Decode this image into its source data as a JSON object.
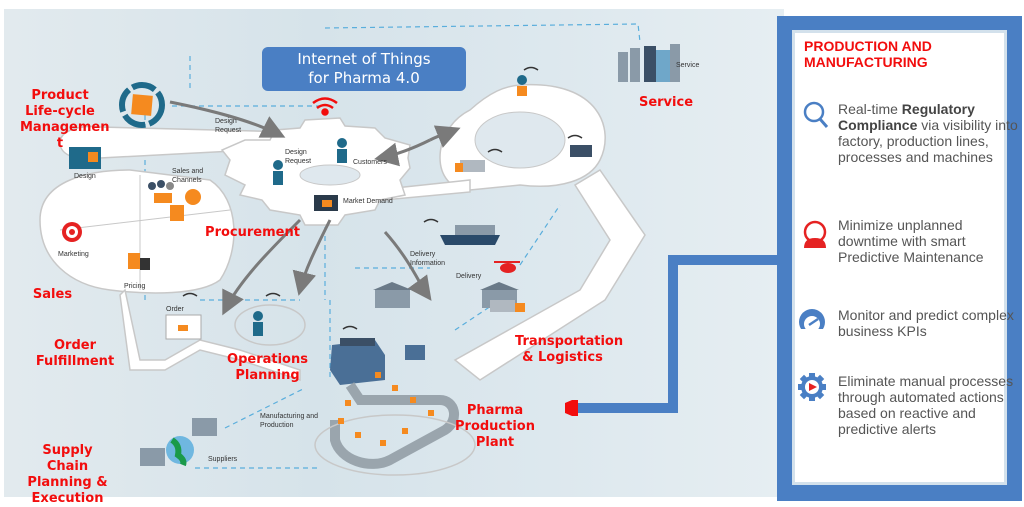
{
  "title": {
    "line1": "Internet of Things",
    "line2": "for Pharma 4.0"
  },
  "section_labels": {
    "plm": "Product Life-cycle Managemen t",
    "service": "Service",
    "procurement": "Procurement",
    "sales": "Sales",
    "order_fulfillment": "Order Fulfillment",
    "operations_planning": "Operations Planning",
    "transportation": "Transportation & Logistics",
    "pharma_plant": "Pharma Production Plant",
    "supply_chain": "Supply Chain Planning & Execution"
  },
  "diagram_labels": {
    "design_request_arrow": "Design Request",
    "gear_design_request": "Design Request",
    "gear_customers": "Customers",
    "gear_market_demand": "Market Demand",
    "design": "Design",
    "sales_channels": "Sales and Channels",
    "marketing": "Marketing",
    "pricing": "Pricing",
    "order": "Order",
    "delivery_information": "Delivery Information",
    "delivery": "Delivery",
    "service_building": "Service",
    "manufacturing": "Manufacturing and Production",
    "suppliers": "Suppliers"
  },
  "panel": {
    "title": "PRODUCTION AND MANUFACTURING",
    "items": [
      {
        "icon": "magnifier-icon",
        "pre": "Real-time ",
        "bold": "Regulatory Compliance",
        "post": " via visibility into factory, production lines, processes and machines"
      },
      {
        "icon": "alarm-bell-icon",
        "pre": "Minimize unplanned downtime with smart Predictive Maintenance",
        "bold": "",
        "post": ""
      },
      {
        "icon": "gauge-icon",
        "pre": "Monitor and predict complex business KPIs",
        "bold": "",
        "post": ""
      },
      {
        "icon": "gear-play-icon",
        "pre": "Eliminate manual processes through automated actions based on reactive and predictive alerts",
        "bold": "",
        "post": ""
      }
    ]
  },
  "colors": {
    "accent_blue": "#4a7fc4",
    "label_red": "#f20d0d",
    "orange": "#f58a1f"
  }
}
